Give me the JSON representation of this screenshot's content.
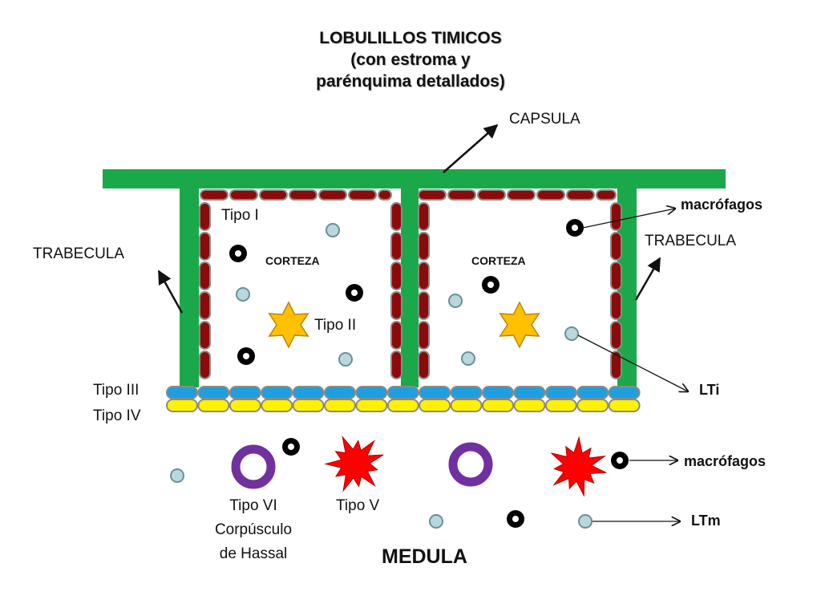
{
  "title": {
    "line1": "LOBULILLOS TIMICOS",
    "line2": "(con estroma y",
    "line3": "parénquima detallados)"
  },
  "labels": {
    "capsula": "CAPSULA",
    "trabecula_left": "TRABECULA",
    "trabecula_right": "TRABECULA",
    "macrofagos_top": "macrófagos",
    "macrofagos_bottom": "macrófagos",
    "tipo1": "Tipo I",
    "tipo2": "Tipo II",
    "tipo3": "Tipo III",
    "tipo4": "Tipo IV",
    "tipo5": "Tipo V",
    "tipo6": "Tipo VI",
    "corpusculo": "Corpúsculo",
    "de_hassal": "de Hassal",
    "corteza_left": "CORTEZA",
    "corteza_right": "CORTEZA",
    "lti": "LTi",
    "ltm": "LTm",
    "medula": "MEDULA"
  },
  "colors": {
    "capsule_green": "#1aa84a",
    "cell_red": "#8b0a0a",
    "cell_border": "#8a8a8a",
    "type3_blue": "#1e9fe0",
    "type4_yellow": "#fff200",
    "lymphocyte_fill": "#b8d8de",
    "lymphocyte_border": "#6b8f96",
    "star_fill": "#ffc000",
    "star_border": "#b8860b",
    "burst_fill": "#ff0000",
    "hassal_ring": "#7030a0",
    "macrophage": "#000000"
  }
}
